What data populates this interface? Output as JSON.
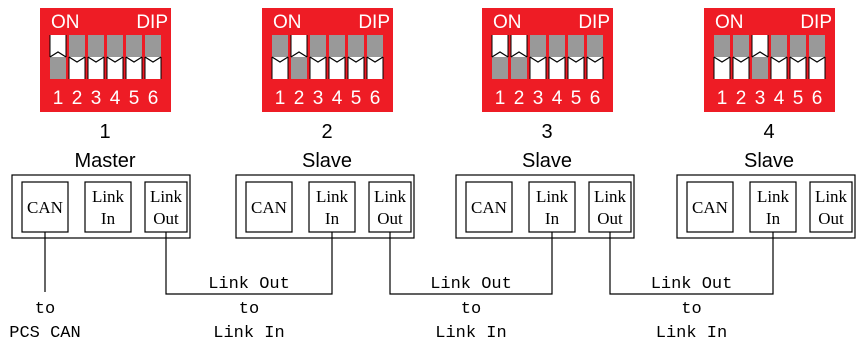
{
  "dip_labels": {
    "on": "ON",
    "dip": "DIP",
    "switch_numbers": [
      "1",
      "2",
      "3",
      "4",
      "5",
      "6"
    ]
  },
  "units": [
    {
      "number": "1",
      "role": "Master",
      "switches_on": [
        1
      ],
      "ports": {
        "can": "CAN",
        "link_in": [
          "Link",
          "In"
        ],
        "link_out": [
          "Link",
          "Out"
        ]
      }
    },
    {
      "number": "2",
      "role": "Slave",
      "switches_on": [
        2
      ],
      "ports": {
        "can": "CAN",
        "link_in": [
          "Link",
          "In"
        ],
        "link_out": [
          "Link",
          "Out"
        ]
      }
    },
    {
      "number": "3",
      "role": "Slave",
      "switches_on": [
        1,
        2
      ],
      "ports": {
        "can": "CAN",
        "link_in": [
          "Link",
          "In"
        ],
        "link_out": [
          "Link",
          "Out"
        ]
      }
    },
    {
      "number": "4",
      "role": "Slave",
      "switches_on": [
        3
      ],
      "ports": {
        "can": "CAN",
        "link_in": [
          "Link",
          "In"
        ],
        "link_out": [
          "Link",
          "Out"
        ]
      }
    }
  ],
  "notes": {
    "can": [
      "to",
      "PCS CAN"
    ],
    "links": [
      [
        "Link Out",
        "to",
        "Link In"
      ],
      [
        "Link Out",
        "to",
        "Link In"
      ],
      [
        "Link Out",
        "to",
        "Link In"
      ]
    ]
  },
  "colors": {
    "dip_red": "#ee1c25",
    "switch_gray": "#999999",
    "ink": "#000000"
  }
}
